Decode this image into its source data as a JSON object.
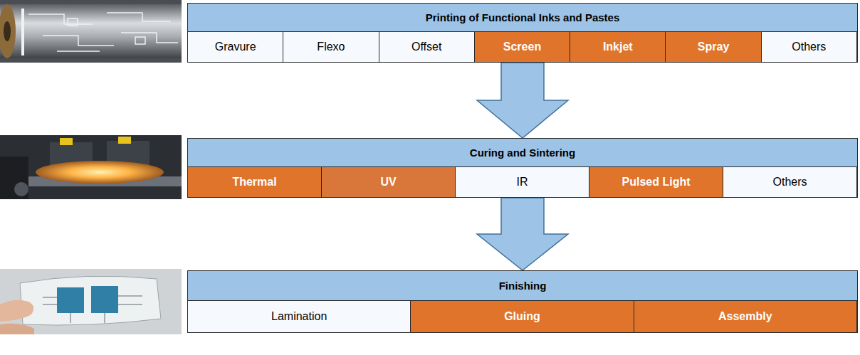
{
  "diagram": {
    "nodes": [
      {
        "text": [
          "Printing of Functional Inks and Pastes"
        ]
      },
      {
        "text": [
          "Gravure"
        ],
        "in": 0
      },
      {
        "text": [
          "Flexo"
        ],
        "in": 0
      },
      {
        "text": [
          "Offset"
        ],
        "in": 0
      },
      {
        "text": [
          "Screen"
        ],
        "in": 0
      },
      {
        "text": [
          "Inkjet"
        ],
        "in": 0
      },
      {
        "text": [
          "Spray"
        ],
        "in": 0
      },
      {
        "text": [
          "Others"
        ],
        "in": 0
      },
      {
        "text": [
          "Curing and Sintering"
        ]
      },
      {
        "text": [
          "Thermal"
        ],
        "in": 8
      },
      {
        "text": [
          "UV"
        ],
        "in": 8
      },
      {
        "text": [
          "IR"
        ],
        "in": 8
      },
      {
        "text": [
          "Pulsed Light"
        ],
        "in": 8
      },
      {
        "text": [
          "Others"
        ],
        "in": 8
      },
      {
        "text": [
          "Finishing"
        ]
      },
      {
        "text": [
          "Lamination"
        ],
        "in": 14
      },
      {
        "text": [
          "Gluing"
        ],
        "in": 14
      },
      {
        "text": [
          "Assembly"
        ],
        "in": 14
      }
    ],
    "edges": [
      {
        "from": 0,
        "to": 8,
        "arrow": "to"
      },
      {
        "from": 8,
        "to": 14,
        "arrow": "to"
      }
    ]
  }
}
